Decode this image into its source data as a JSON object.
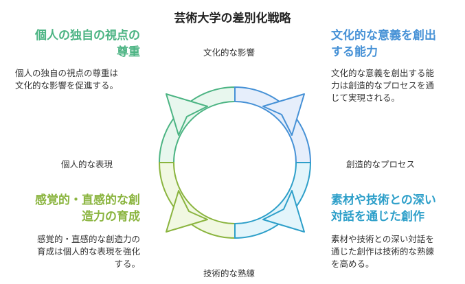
{
  "title": "芸術大学の差別化戦略",
  "colors": {
    "green": "#4cb483",
    "blue": "#4691d6",
    "olive": "#8ab43e",
    "cyan": "#2d9fc9",
    "seg_tl_fill": "#e8f7ee",
    "seg_tr_fill": "#e6eefb",
    "seg_bl_fill": "#f1f8e2",
    "seg_br_fill": "#e3f5fb"
  },
  "sections": {
    "top_left": {
      "heading_lines": [
        "個人の独自の視点の",
        "尊重"
      ],
      "desc_lines": [
        "個人の独自の視点の尊重は",
        "文化的な影響を促進する。"
      ]
    },
    "top_right": {
      "heading_lines": [
        "文化的な意義を創出",
        "する能力"
      ],
      "desc_lines": [
        "文化的な意義を創出する能",
        "力は創造的なプロセスを通",
        "じて実現される。"
      ]
    },
    "bottom_left": {
      "heading_lines": [
        "感覚的・直感的な創",
        "造力の育成"
      ],
      "desc_lines": [
        "感覚的・直感的な創造力の",
        "育成は個人的な表現を強化",
        "する。"
      ]
    },
    "bottom_right": {
      "heading_lines": [
        "素材や技術との深い",
        "対話を通じた創作"
      ],
      "desc_lines": [
        "素材や技術との深い対話を",
        "通じた創作は技術的な熟練",
        "を高める。"
      ]
    }
  },
  "cycle_labels": {
    "top": "文化的な影響",
    "right": "創造的なプロセス",
    "bottom": "技術的な熟練",
    "left": "個人的な表現"
  }
}
